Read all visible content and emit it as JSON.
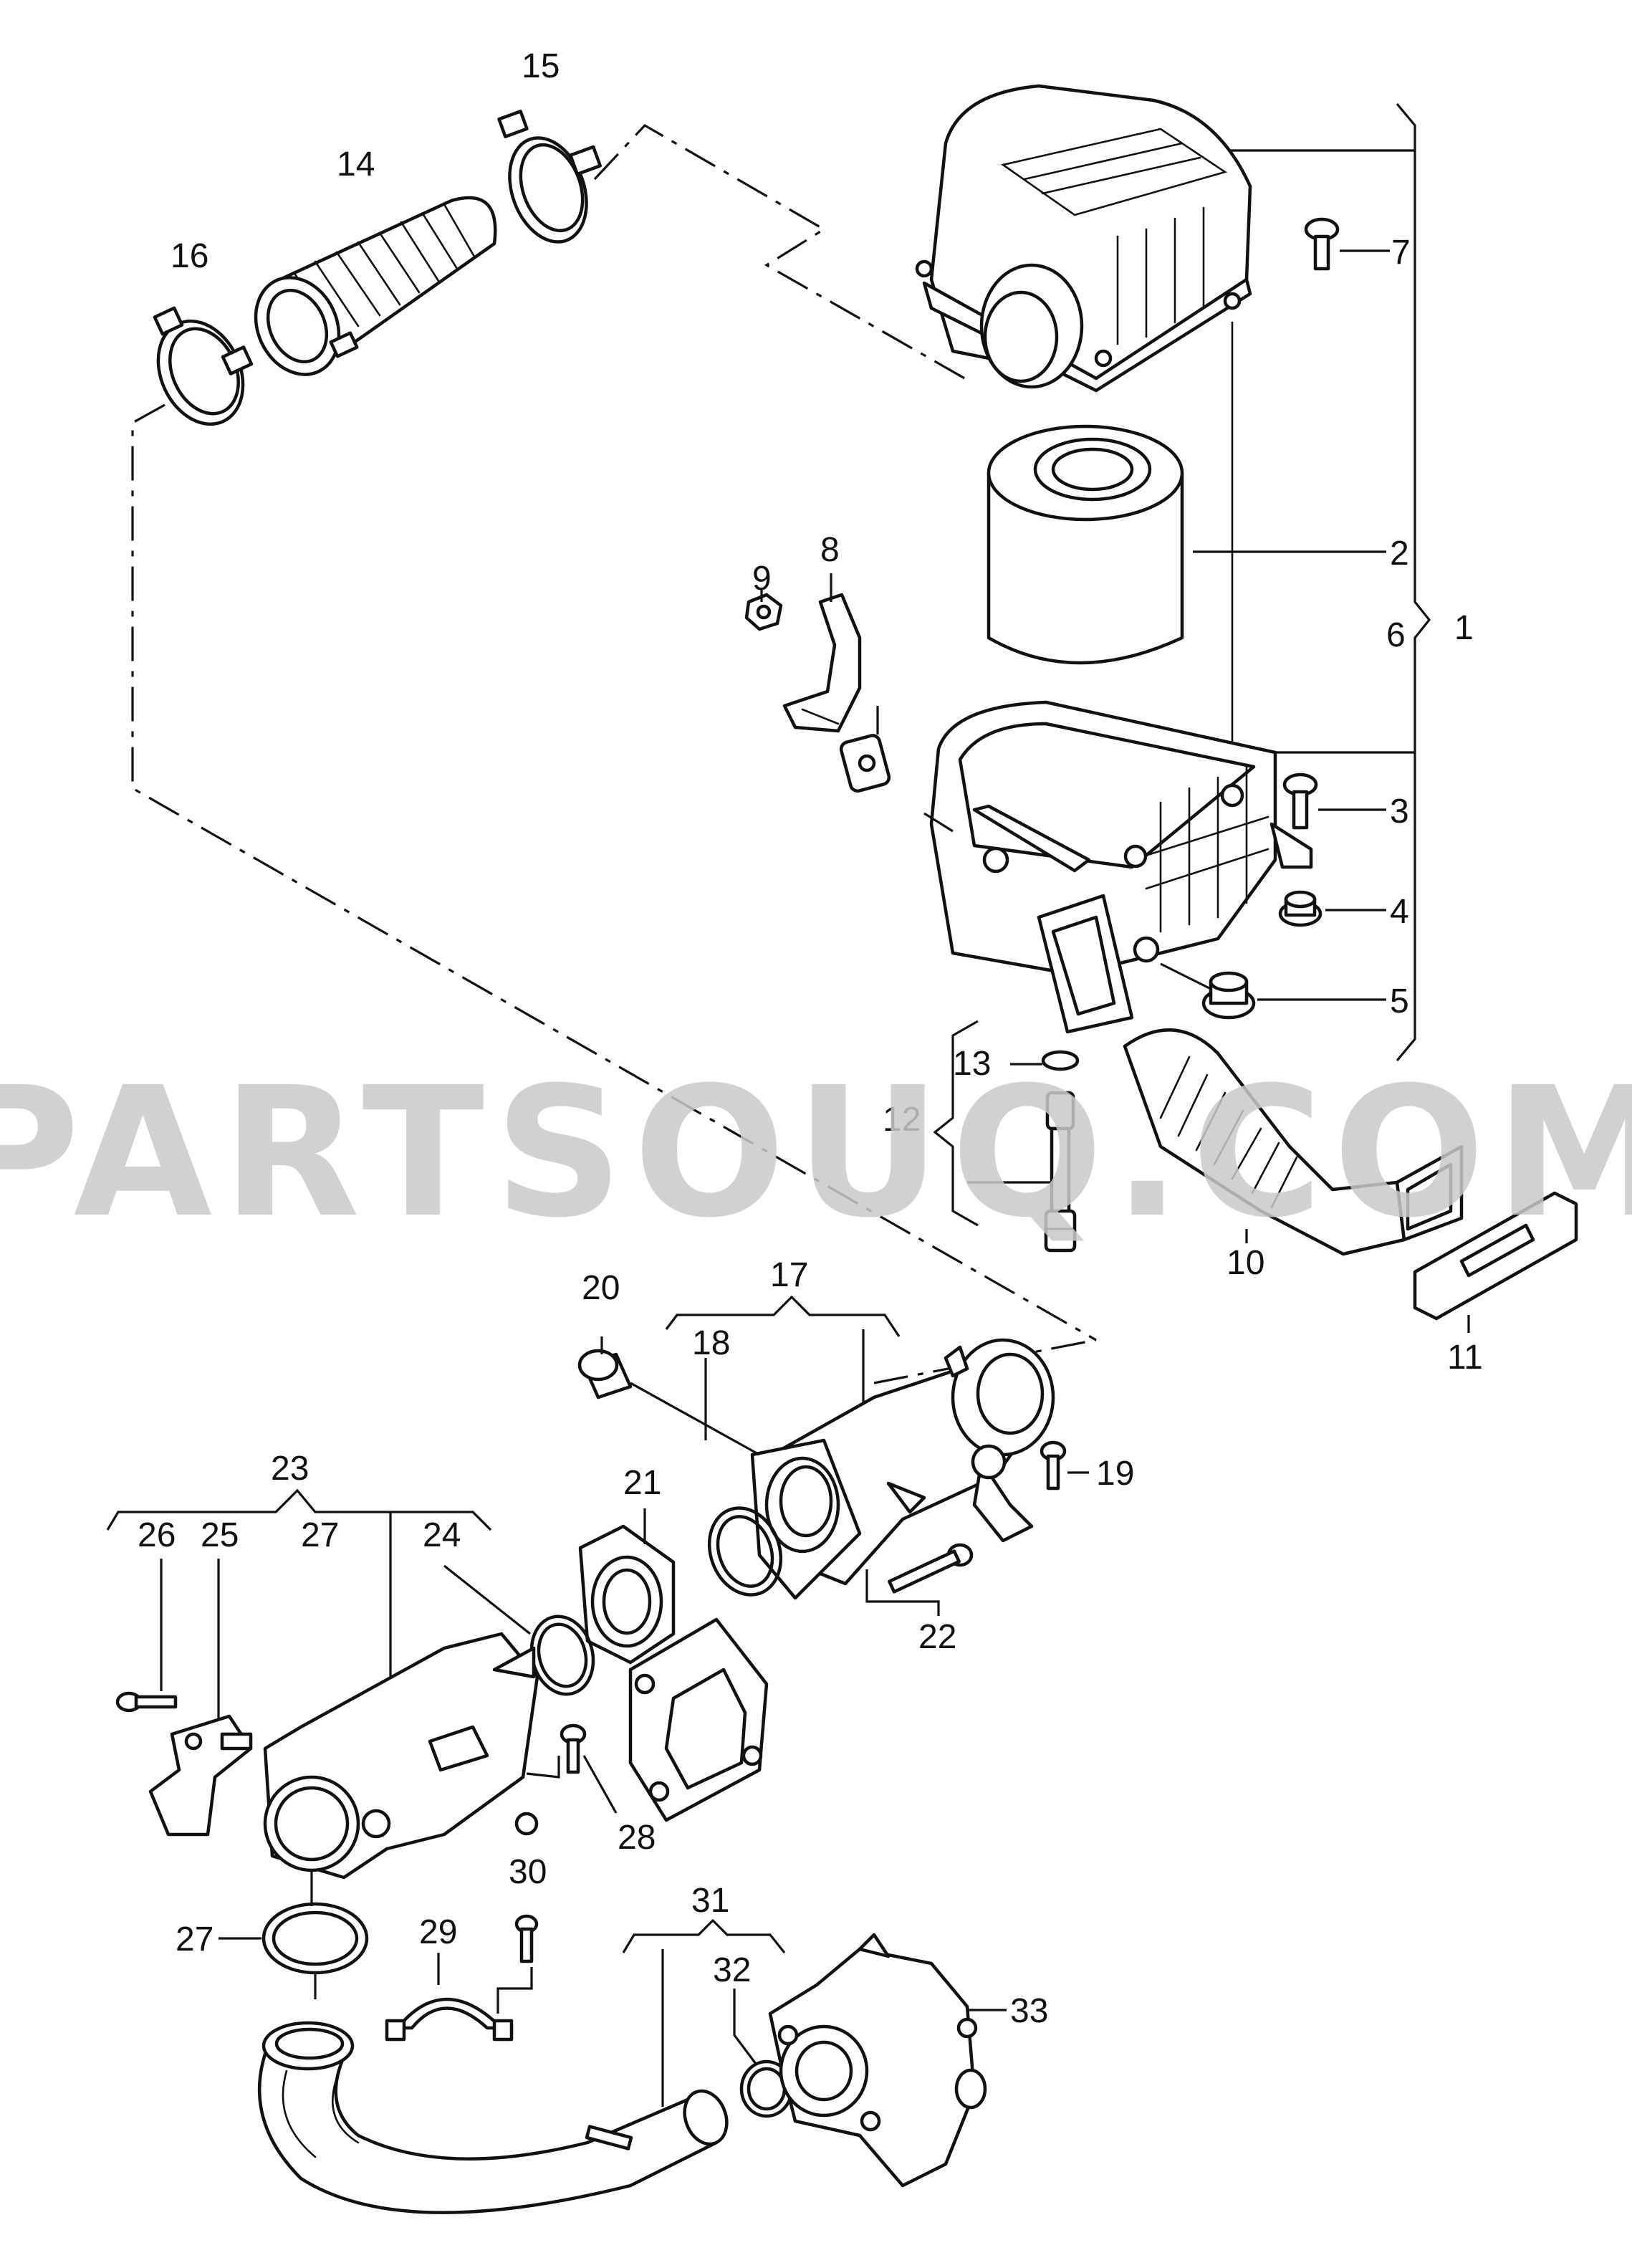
{
  "watermark": "PARTSOUQ.COM",
  "colors": {
    "line": "#111111",
    "background": "#ffffff",
    "watermark": "#c9c9c9"
  },
  "callouts": {
    "p1": "1",
    "p2": "2",
    "p3": "3",
    "p4": "4",
    "p5": "5",
    "p6": "6",
    "p7": "7",
    "p8": "8",
    "p9": "9",
    "p10": "10",
    "p11": "11",
    "p12": "12",
    "p13": "13",
    "p14": "14",
    "p15": "15",
    "p16": "16",
    "p17": "17",
    "p18": "18",
    "p19": "19",
    "p20": "20",
    "p21": "21",
    "p22": "22",
    "p23": "23",
    "p24": "24",
    "p25": "25",
    "p26": "26",
    "p27a": "27",
    "p27b": "27",
    "p28": "28",
    "p29": "29",
    "p30": "30",
    "p31": "31",
    "p32": "32",
    "p33": "33"
  }
}
